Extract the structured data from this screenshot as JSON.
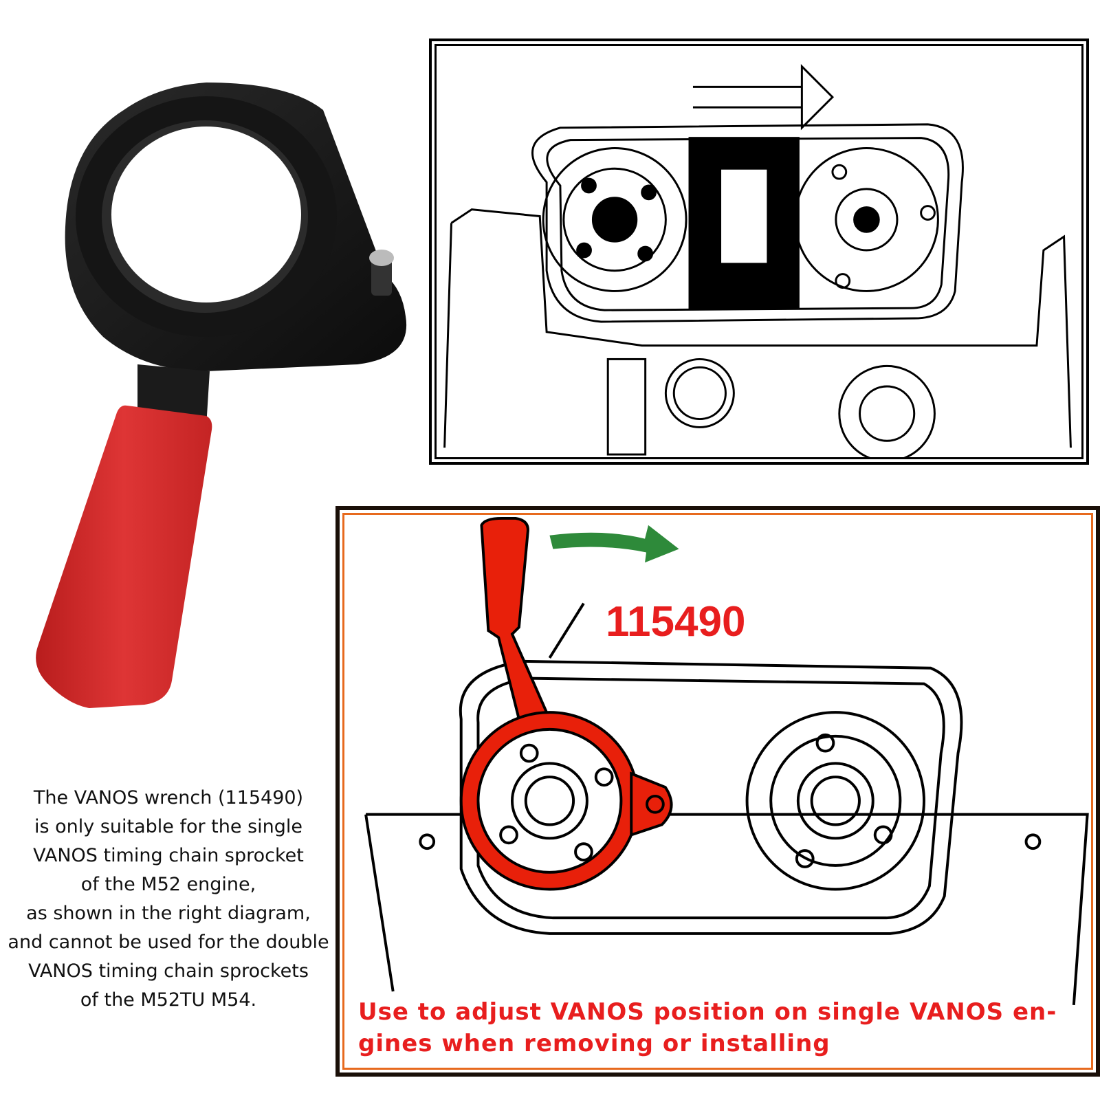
{
  "description": {
    "lines": [
      "The VANOS wrench (115490)",
      "is only suitable for the single",
      "VANOS timing chain sprocket",
      "of the M52 engine,",
      "as shown in the right diagram,",
      "and cannot be used for the double",
      "VANOS timing chain sprockets",
      "of the M52TU M54."
    ]
  },
  "bottom_diagram": {
    "tool_number": "115490",
    "caption_line1": "Use to adjust VANOS position on single VANOS en-",
    "caption_line2": "gines when removing or installing"
  },
  "colors": {
    "tool_red": "#e8200a",
    "handle_red": "#d42a2a",
    "ring_black": "#141414",
    "arrow_green": "#2e8a3a",
    "caption_red": "#e81e1e",
    "frame_orange": "#e76a1e"
  },
  "icons": {
    "top_arrow": "right-arrow-icon",
    "bottom_arrow": "curved-arrow-icon"
  }
}
